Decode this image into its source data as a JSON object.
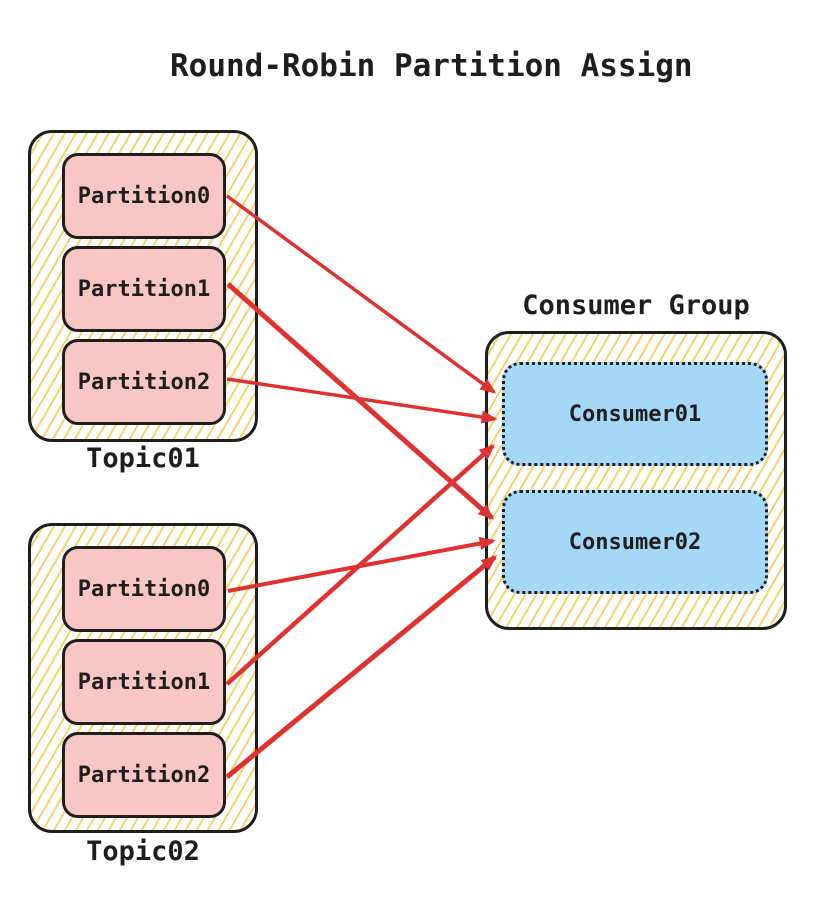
{
  "title": "Round-Robin Partition Assign",
  "topics": [
    {
      "label": "Topic01",
      "partitions": [
        "Partition0",
        "Partition1",
        "Partition2"
      ]
    },
    {
      "label": "Topic02",
      "partitions": [
        "Partition0",
        "Partition1",
        "Partition2"
      ]
    }
  ],
  "consumer_group": {
    "label": "Consumer Group",
    "consumers": [
      "Consumer01",
      "Consumer02"
    ]
  },
  "assignments": [
    {
      "from": "Topic01/Partition0",
      "to": "Consumer01"
    },
    {
      "from": "Topic01/Partition1",
      "to": "Consumer02"
    },
    {
      "from": "Topic01/Partition2",
      "to": "Consumer01"
    },
    {
      "from": "Topic02/Partition0",
      "to": "Consumer02"
    },
    {
      "from": "Topic02/Partition1",
      "to": "Consumer01"
    },
    {
      "from": "Topic02/Partition2",
      "to": "Consumer02"
    }
  ],
  "colors": {
    "ink": "#1e1e1e",
    "partition_fill": "#f9c6c6",
    "consumer_fill": "#a5d8f7",
    "hatch_line": "#f8d26b",
    "arrow": "#e03131",
    "background": "#ffffff"
  }
}
